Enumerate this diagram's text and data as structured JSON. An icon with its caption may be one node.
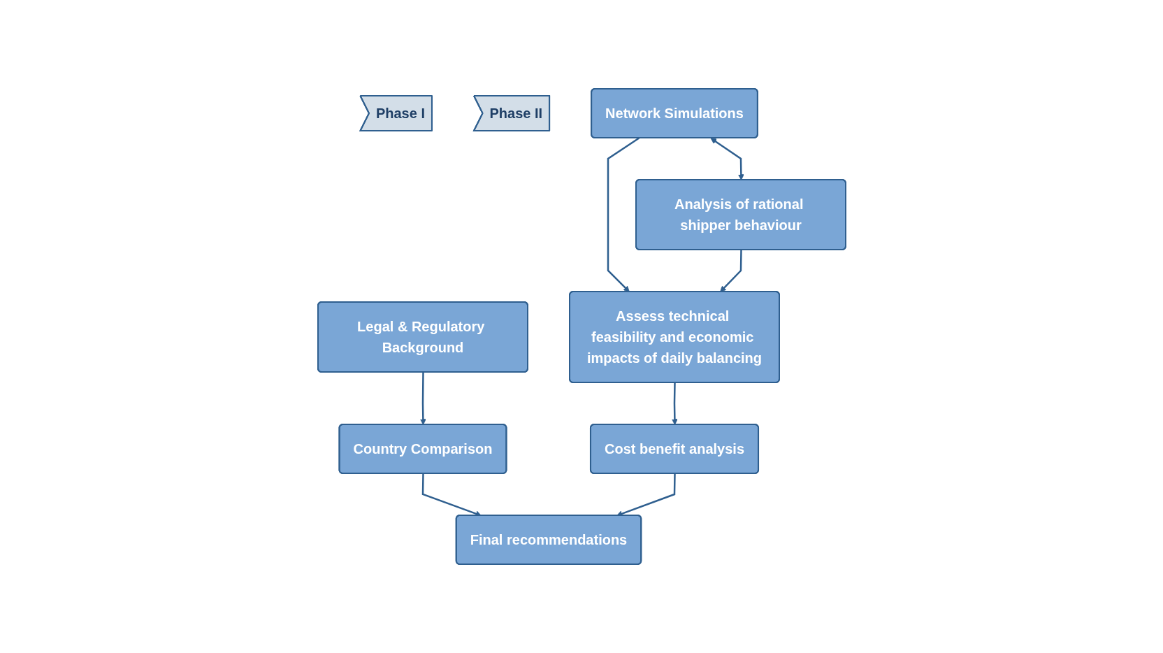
{
  "diagram": {
    "nodes": [
      {
        "text": [
          "Phase I"
        ]
      },
      {
        "text": [
          "Phase II"
        ]
      },
      {
        "text": [
          "Legal & Regulatory Background"
        ]
      },
      {
        "text": [
          "Network Simulations"
        ]
      },
      {
        "text": [
          "Analysis of rational shipper behaviour"
        ]
      },
      {
        "text": [
          "Country Comparison"
        ]
      },
      {
        "text": [
          "Assess technical feasibility and economic impacts of daily balancing"
        ]
      },
      {
        "text": [
          "Cost benefit analysis"
        ]
      },
      {
        "text": [
          "Final recommendations"
        ]
      }
    ],
    "edges": [
      {
        "from": 2,
        "to": 5,
        "arrow": "to"
      },
      {
        "from": 3,
        "to": 4,
        "arrow": "both"
      },
      {
        "from": 3,
        "to": 6,
        "arrow": "to"
      },
      {
        "from": 4,
        "to": 6,
        "arrow": "to"
      },
      {
        "from": 5,
        "to": 8,
        "arrow": "to"
      },
      {
        "from": 6,
        "to": 7,
        "arrow": "to"
      },
      {
        "from": 7,
        "to": 8,
        "arrow": "to"
      }
    ]
  }
}
